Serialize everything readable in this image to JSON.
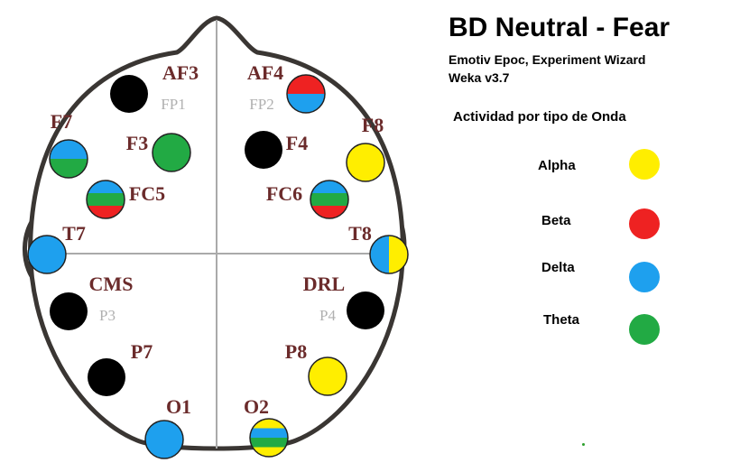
{
  "title": "BD Neutral - Fear",
  "subtitle_1": "Emotiv Epoc, Experiment Wizard",
  "subtitle_2": "Weka v3.7",
  "legend_heading": "Actividad por tipo de Onda",
  "colors": {
    "alpha": "#ffee00",
    "beta": "#ee2222",
    "delta": "#1ea0ee",
    "theta": "#22aa44",
    "inactive": "#000000",
    "outline": "#3a3633"
  },
  "legend": [
    {
      "label": "Alpha",
      "wave": "alpha"
    },
    {
      "label": "Beta",
      "wave": "beta"
    },
    {
      "label": "Delta",
      "wave": "delta"
    },
    {
      "label": "Theta",
      "wave": "theta"
    }
  ],
  "electrodes": [
    {
      "label": "AF3",
      "sub_label": "FP1",
      "waves": []
    },
    {
      "label": "AF4",
      "sub_label": "FP2",
      "waves": [
        "beta",
        "delta"
      ]
    },
    {
      "label": "F7",
      "waves": [
        "delta",
        "theta"
      ]
    },
    {
      "label": "F3",
      "waves": [
        "theta"
      ]
    },
    {
      "label": "F4",
      "waves": []
    },
    {
      "label": "F8",
      "waves": [
        "alpha"
      ]
    },
    {
      "label": "FC5",
      "waves": [
        "delta",
        "theta",
        "beta"
      ]
    },
    {
      "label": "FC6",
      "waves": [
        "delta",
        "theta",
        "beta"
      ]
    },
    {
      "label": "T7",
      "waves": [
        "delta"
      ]
    },
    {
      "label": "T8",
      "waves": [
        "delta",
        "alpha"
      ]
    },
    {
      "label": "CMS",
      "sub_label": "P3",
      "waves": []
    },
    {
      "label": "DRL",
      "sub_label": "P4",
      "waves": []
    },
    {
      "label": "P7",
      "waves": []
    },
    {
      "label": "P8",
      "waves": [
        "alpha"
      ]
    },
    {
      "label": "O1",
      "waves": [
        "delta"
      ]
    },
    {
      "label": "O2",
      "waves": [
        "alpha",
        "delta",
        "theta",
        "alpha"
      ]
    }
  ]
}
